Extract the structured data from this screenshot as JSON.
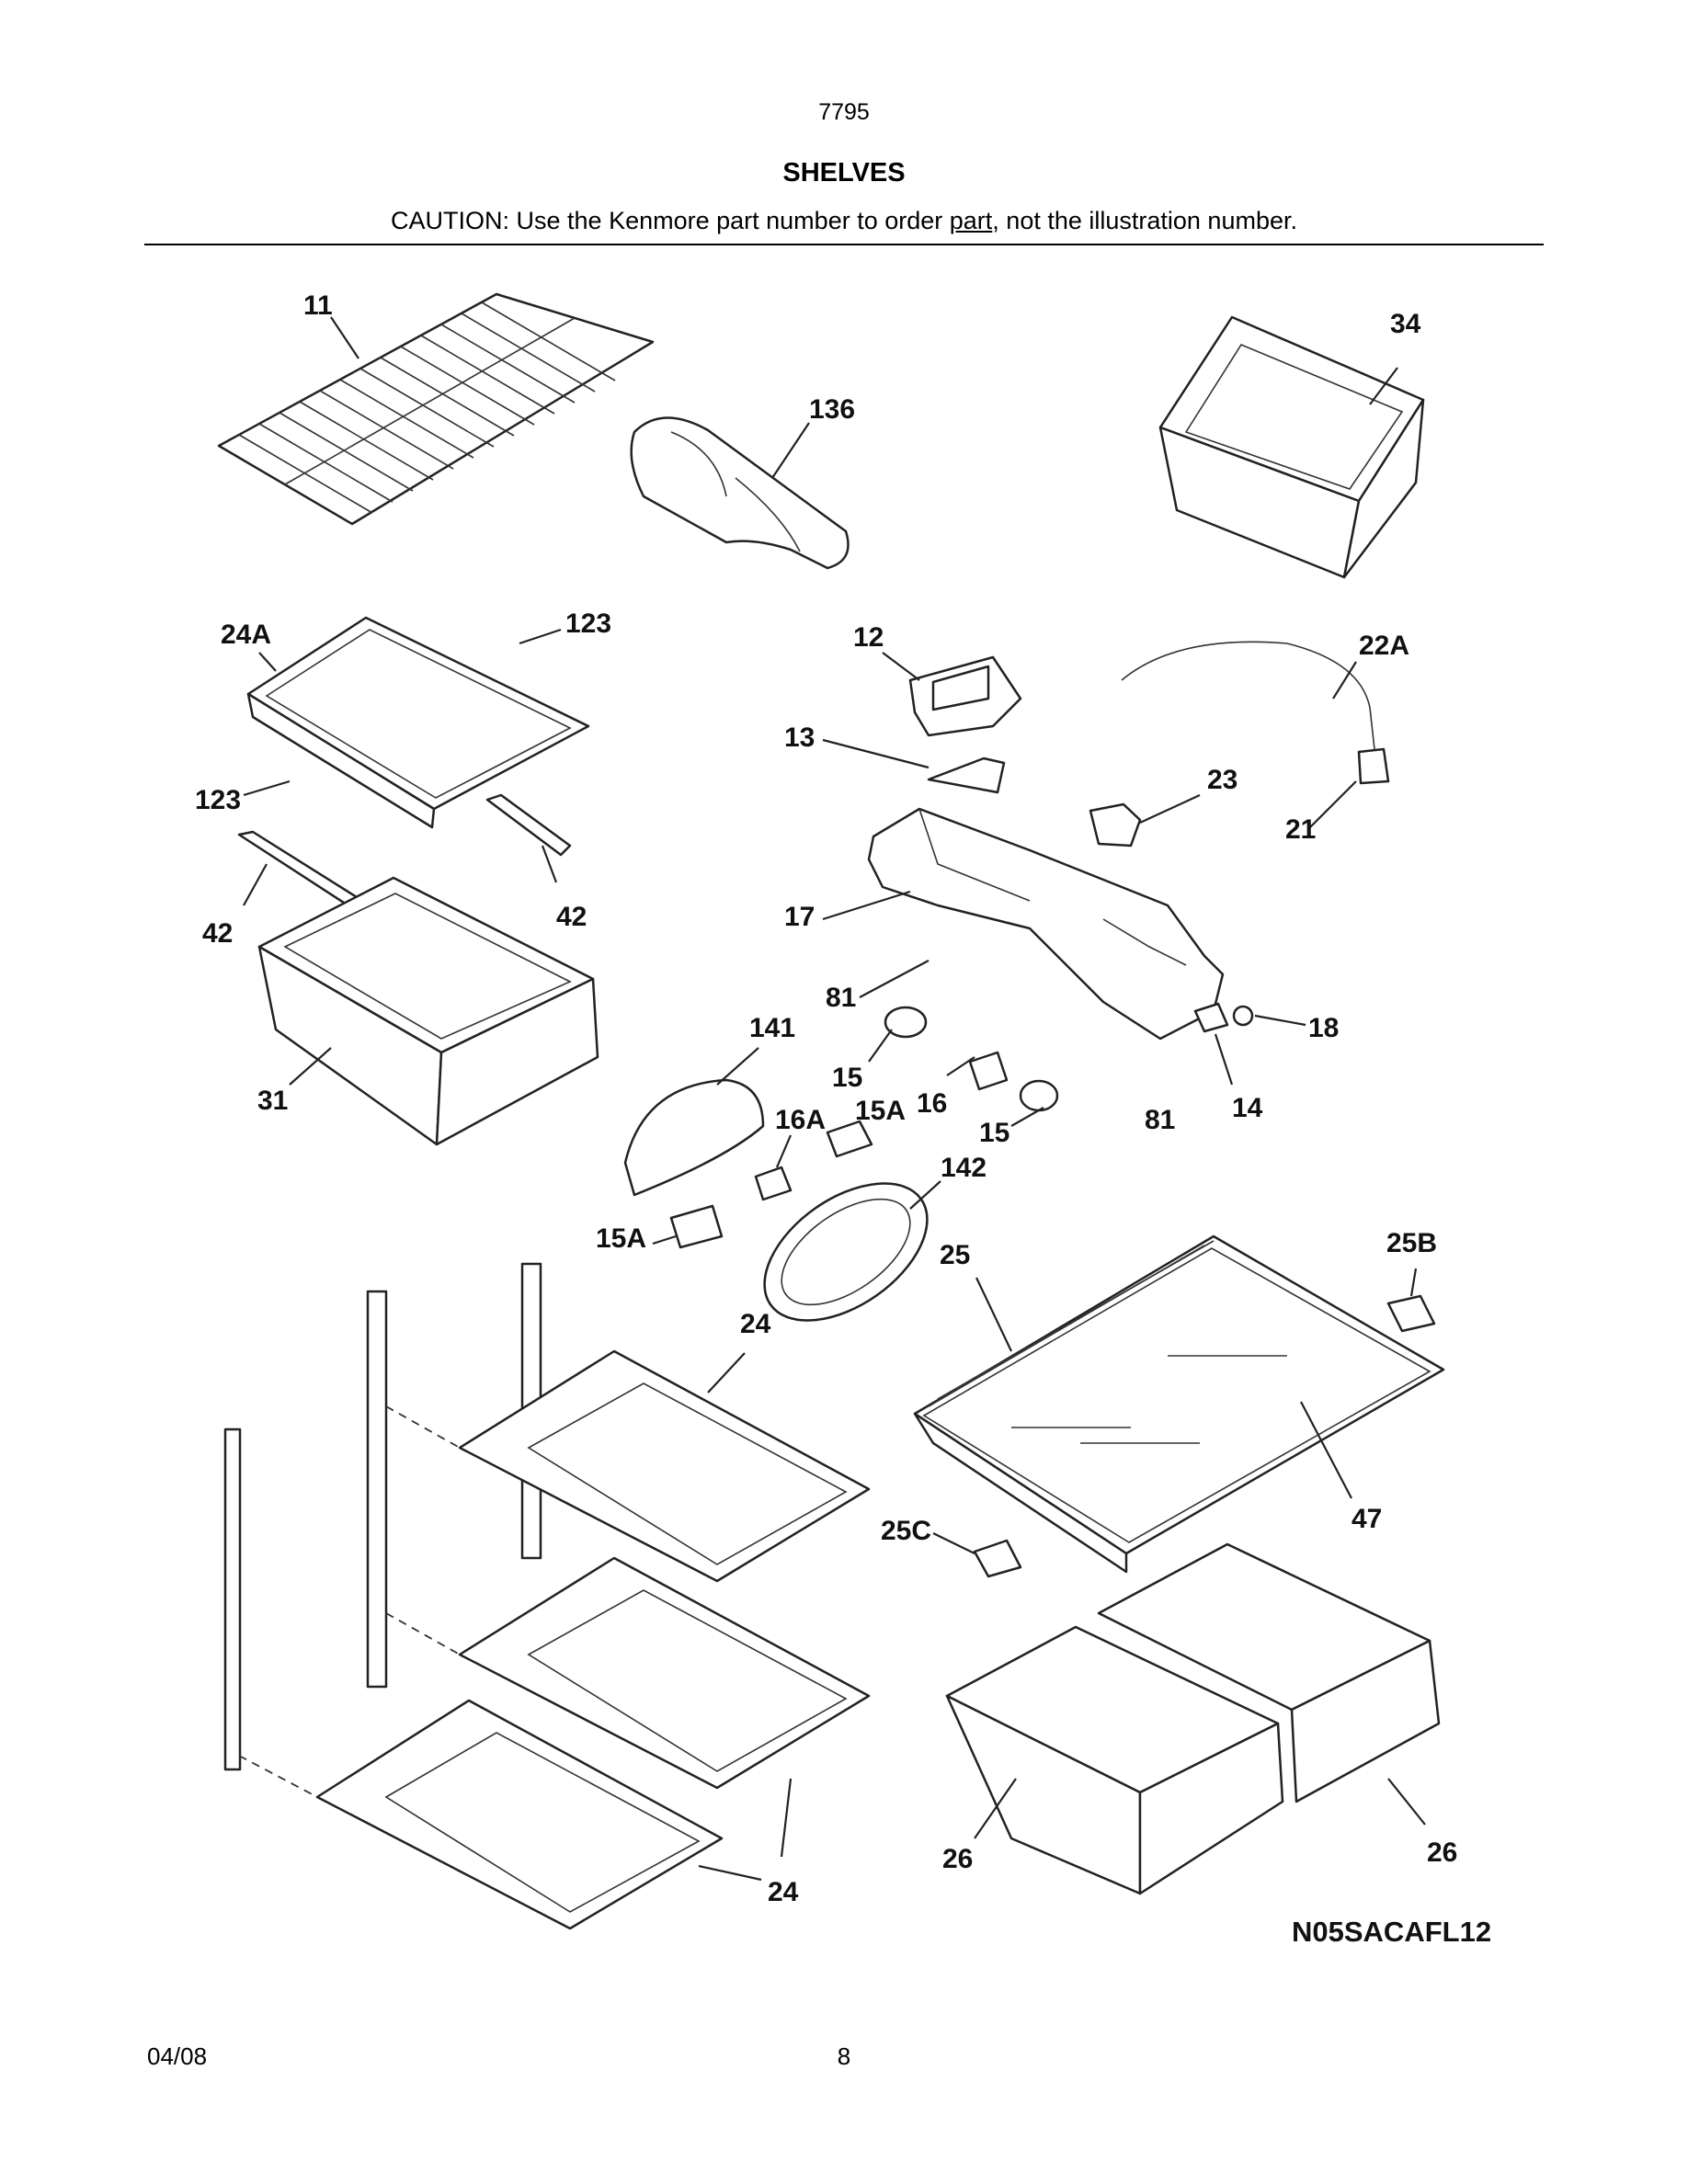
{
  "header": {
    "model": "7795",
    "title": "SHELVES",
    "caution_before": "CAUTION: Use the Kenmore part number to order ",
    "caution_underlined": "part",
    "caution_after": ", not the illustration number."
  },
  "diagram": {
    "callouts": {
      "c11": "11",
      "c136": "136",
      "c34": "34",
      "c24A": "24A",
      "c123a": "123",
      "c123b": "123",
      "c42a": "42",
      "c42b": "42",
      "c31": "31",
      "c12": "12",
      "c13": "13",
      "c22A": "22A",
      "c23": "23",
      "c21": "21",
      "c17": "17",
      "c81a": "81",
      "c81b": "81",
      "c141": "141",
      "c15a": "15",
      "c15b": "15",
      "c16": "16",
      "c15Aa": "15A",
      "c15Ab": "15A",
      "c16A": "16A",
      "c142": "142",
      "c18": "18",
      "c14": "14",
      "c25": "25",
      "c25B": "25B",
      "c25C": "25C",
      "c47": "47",
      "c24a": "24",
      "c24b": "24",
      "c26a": "26",
      "c26b": "26"
    },
    "code": "N05SACAFL12"
  },
  "footer": {
    "date": "04/08",
    "page": "8"
  }
}
